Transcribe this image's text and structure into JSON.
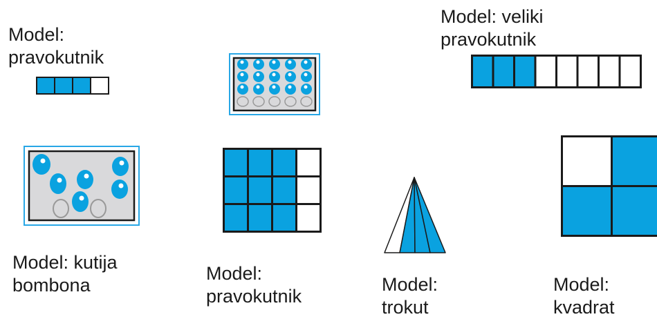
{
  "colors": {
    "fill": "#0aa2e0",
    "empty": "#ffffff",
    "stroke": "#1a1a1a",
    "box_bg": "#d9d9db",
    "frame": "#28a7e6",
    "candy_empty": "#999999"
  },
  "models": {
    "small_rectangle": {
      "label": "Model:\npravokutnik",
      "parts": 4,
      "filled": 3
    },
    "candy_box_grid": {
      "rows": 4,
      "cols": 5,
      "filled": 15
    },
    "large_rectangle": {
      "label": "Model: veliki\npravokutnik",
      "parts": 8,
      "filled": 3
    },
    "candy_box": {
      "label": "Model: kutija\nbombona",
      "candies": 8,
      "filled": 6
    },
    "grid_rectangle": {
      "label": "Model:\npravokutnik",
      "rows": 3,
      "cols": 4,
      "filled": 9
    },
    "triangle": {
      "label": "Model:\ntrokut",
      "parts": 4,
      "filled": 3
    },
    "square": {
      "label": "Model:\nkvadrat",
      "parts": 4,
      "filled": 3
    }
  }
}
